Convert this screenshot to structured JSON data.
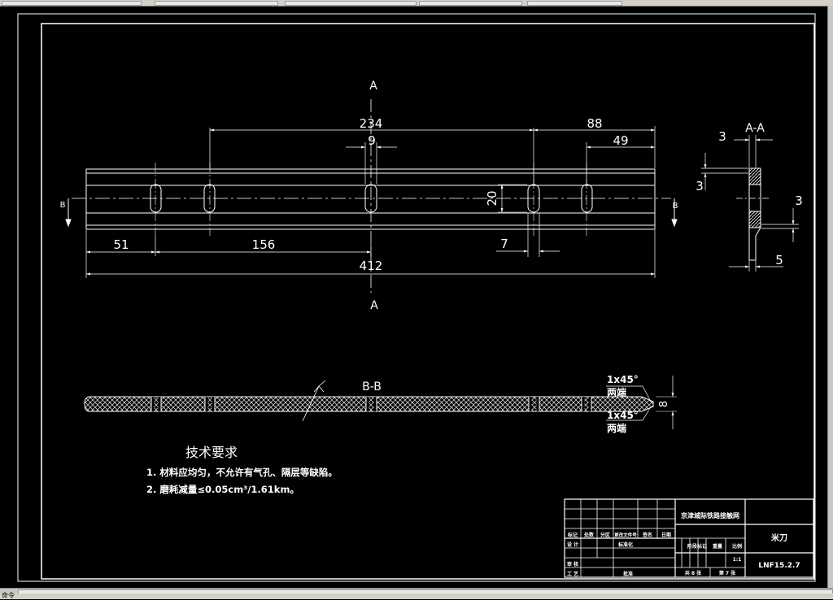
{
  "view": {
    "a_label_top": "A",
    "a_label_bottom": "A",
    "b_label_left": "B",
    "b_label_right": "B"
  },
  "dims": {
    "d234": "234",
    "d88": "88",
    "d49": "49",
    "d9": "9",
    "d20": "20",
    "d51": "51",
    "d156": "156",
    "d7": "7",
    "d412": "412"
  },
  "section_aa": {
    "title": "A-A",
    "d3_top": "3",
    "d3_left": "3",
    "d3_right": "3",
    "d5": "5"
  },
  "section_bb": {
    "title": "B-B",
    "chamfer_top": "1x45°",
    "both_ends_top": "两端",
    "chamfer_bottom": "1x45°",
    "both_ends_bottom": "两端",
    "d8": "8"
  },
  "requirements": {
    "heading": "技术要求",
    "item1": "1. 材料应均匀，不允许有气孔、隔层等缺陷。",
    "item2": "2. 磨耗减量≤0.05cm³/1.61km。"
  },
  "title_block": {
    "project": "京津城际铁路接触网",
    "part_name": "米刀",
    "drawing_no": "LNF15.2.7",
    "row_labels": [
      "标记",
      "处数",
      "分区",
      "更改文件号",
      "签名",
      "日期"
    ],
    "design": "设 计",
    "standard": "标准化",
    "review": "审 核",
    "process": "工 艺",
    "approve": "批准",
    "stage_labels": [
      "阶段标记",
      "重量",
      "比例"
    ],
    "scale": "1:1",
    "sheets_total": "共 8 张",
    "sheet_no": "第 7 张"
  },
  "status": {
    "coord": "命令"
  }
}
